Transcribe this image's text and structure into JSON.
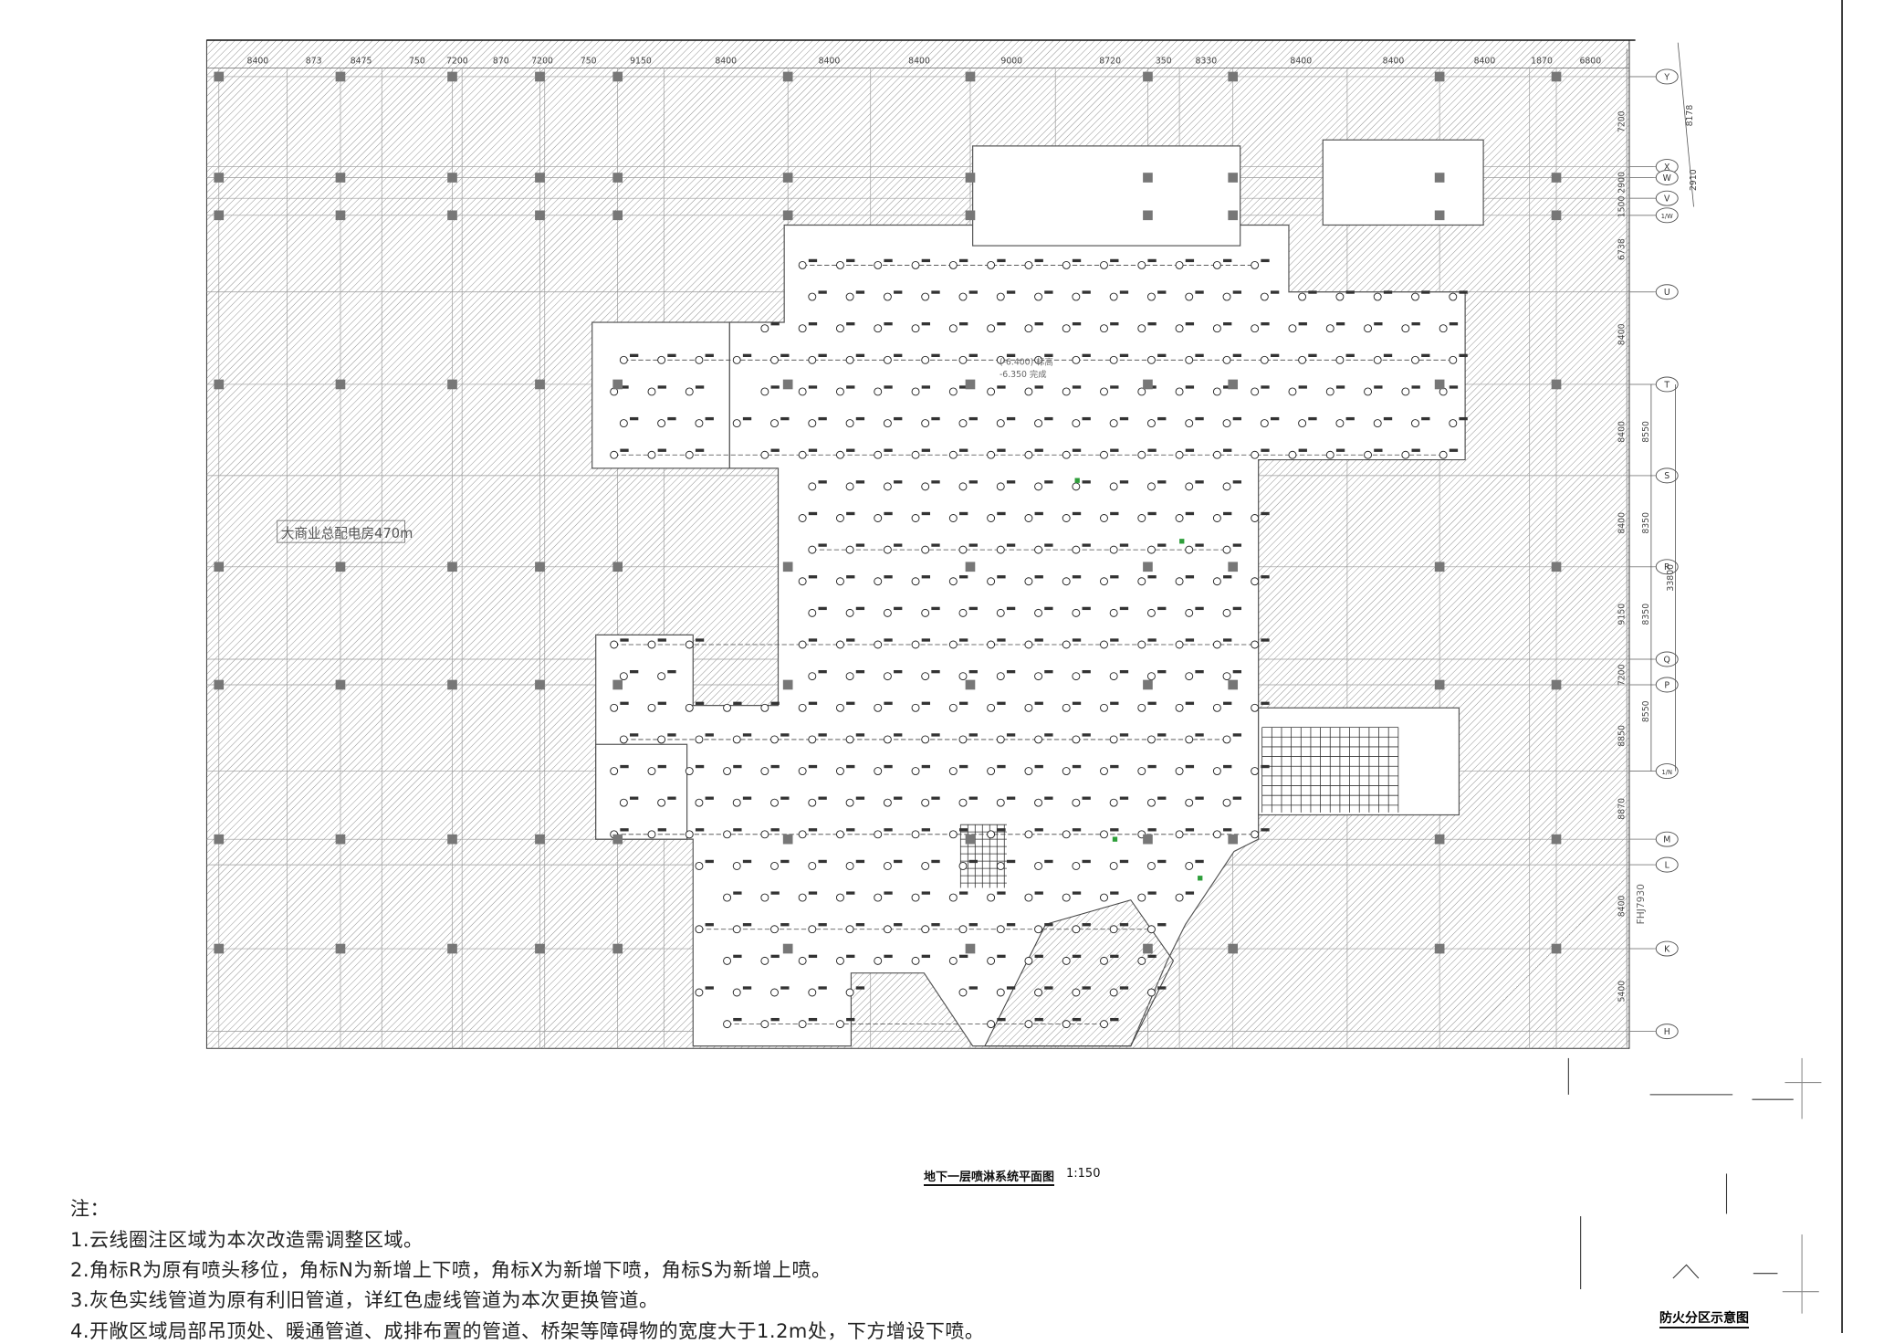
{
  "drawing": {
    "title": "地下一层喷淋系统平面图",
    "scale": "1:150",
    "room_label": "大商业总配电房470m",
    "level_label_1": "(-6.400) 标高",
    "level_label_2": "-6.350 完成",
    "fhj_label": "FHJ7930"
  },
  "top_dimensions": [
    "8400",
    "873",
    "8475",
    "750",
    "7200",
    "870",
    "7200",
    "750",
    "9150",
    "8400",
    "8400",
    "8400",
    "9000",
    "8720",
    "350",
    "8330",
    "8400",
    "8400",
    "8400",
    "1870",
    "6800"
  ],
  "right_dimensions": [
    "7200",
    "2900",
    "1500",
    "6738",
    "8400",
    "8400",
    "8400",
    "9150",
    "7200",
    "8850",
    "8870",
    "8400",
    "5400"
  ],
  "secondary_dimensions": [
    "8178",
    "2910",
    "8550",
    "8350",
    "8350",
    "8550",
    "33800"
  ],
  "axis_labels": [
    "Y",
    "X",
    "W",
    "V",
    "1/W",
    "U",
    "T",
    "S",
    "R",
    "Q",
    "P",
    "1/N",
    "M",
    "L",
    "K",
    "H"
  ],
  "notes": {
    "heading": "注：",
    "items": [
      "1.云线圈注区域为本次改造需调整区域。",
      "2.角标R为原有喷头移位，角标N为新增上下喷，角标X为新增下喷，角标S为新增上喷。",
      "3.灰色实线管道为原有利旧管道，详红色虚线管道为本次更换管道。",
      "4.开敞区域局部吊顶处、暖通管道、成排布置的管道、桥架等障碍物的宽度大于1.2m处，下方增设下喷。"
    ]
  },
  "inset": {
    "title": "防火分区示意图"
  },
  "colors": {
    "line": "#555555",
    "hatch": "#8a8a8a",
    "column": "#777777",
    "accent_green": "#2e9e3a"
  }
}
